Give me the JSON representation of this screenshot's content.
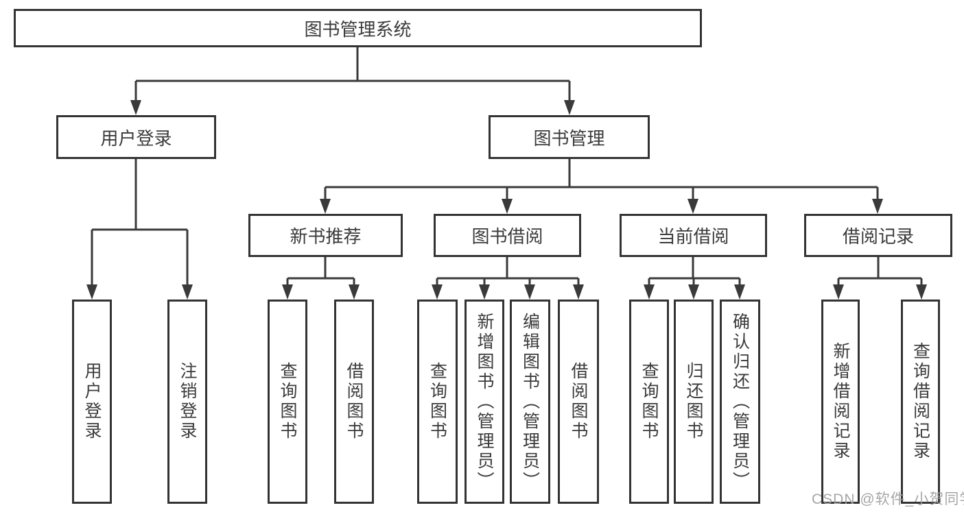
{
  "diagram": {
    "root": {
      "label": "图书管理系统"
    },
    "login_branch": {
      "label": "用户登录",
      "children": [
        {
          "label": "用户登录"
        },
        {
          "label": "注销登录"
        }
      ]
    },
    "mgmt_branch": {
      "label": "图书管理",
      "groups": [
        {
          "label": "新书推荐",
          "children": [
            {
              "label": "查询图书"
            },
            {
              "label": "借阅图书"
            }
          ]
        },
        {
          "label": "图书借阅",
          "children": [
            {
              "label": "查询图书"
            },
            {
              "label": "新增图书（管理员）"
            },
            {
              "label": "编辑图书（管理员）"
            },
            {
              "label": "借阅图书"
            }
          ]
        },
        {
          "label": "当前借阅",
          "children": [
            {
              "label": "查询图书"
            },
            {
              "label": "归还图书"
            },
            {
              "label": "确认归还（管理员）"
            }
          ]
        },
        {
          "label": "借阅记录",
          "children": [
            {
              "label": "新增借阅记录"
            },
            {
              "label": "查询借阅记录"
            }
          ]
        }
      ]
    },
    "colors": {
      "line": "#3a3a3a",
      "box_border": "#333333",
      "text": "#3a3a3a",
      "watermark": "#9e9e9e"
    }
  },
  "watermark": {
    "text": "CSDN @软件_小贺同学"
  }
}
